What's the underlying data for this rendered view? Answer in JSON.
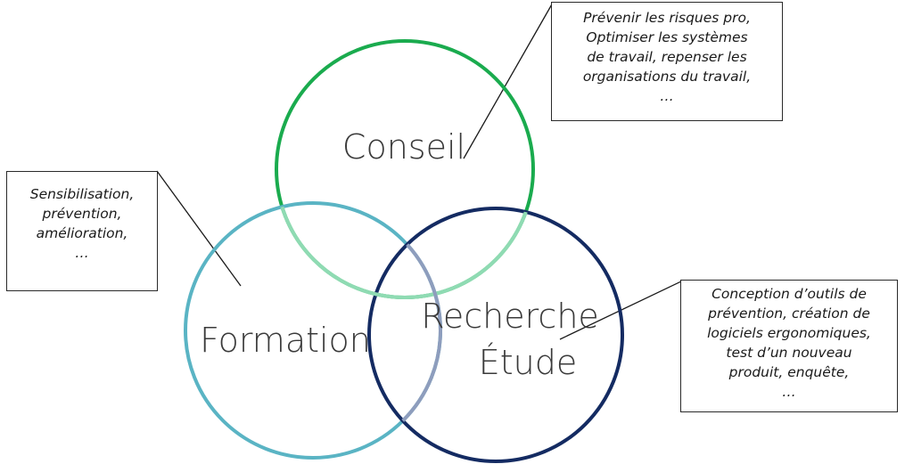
{
  "circles": {
    "conseil": {
      "label": "Conseil",
      "color": "#1aab4e"
    },
    "formation": {
      "label": "Formation",
      "color": "#5ab4c4"
    },
    "recherche": {
      "label_line1": "Recherche",
      "label_line2": "Étude",
      "color": "#142b62"
    },
    "overlap_conseil_formation_color": "#8fdbb3",
    "overlap_formation_recherche_color": "#8e9dbd"
  },
  "notes": {
    "conseil": {
      "lines": [
        "Prévenir les risques pro,",
        "Optimiser les systèmes",
        "de travail, repenser les",
        "organisations du travail,",
        "…"
      ]
    },
    "formation": {
      "lines": [
        "Sensibilisation,",
        "prévention,",
        "amélioration,",
        "…"
      ]
    },
    "recherche": {
      "lines": [
        "Conception d’outils de",
        "prévention, création de",
        "logiciels ergonomiques,",
        "test d’un nouveau",
        "produit, enquête,",
        "…"
      ]
    }
  }
}
